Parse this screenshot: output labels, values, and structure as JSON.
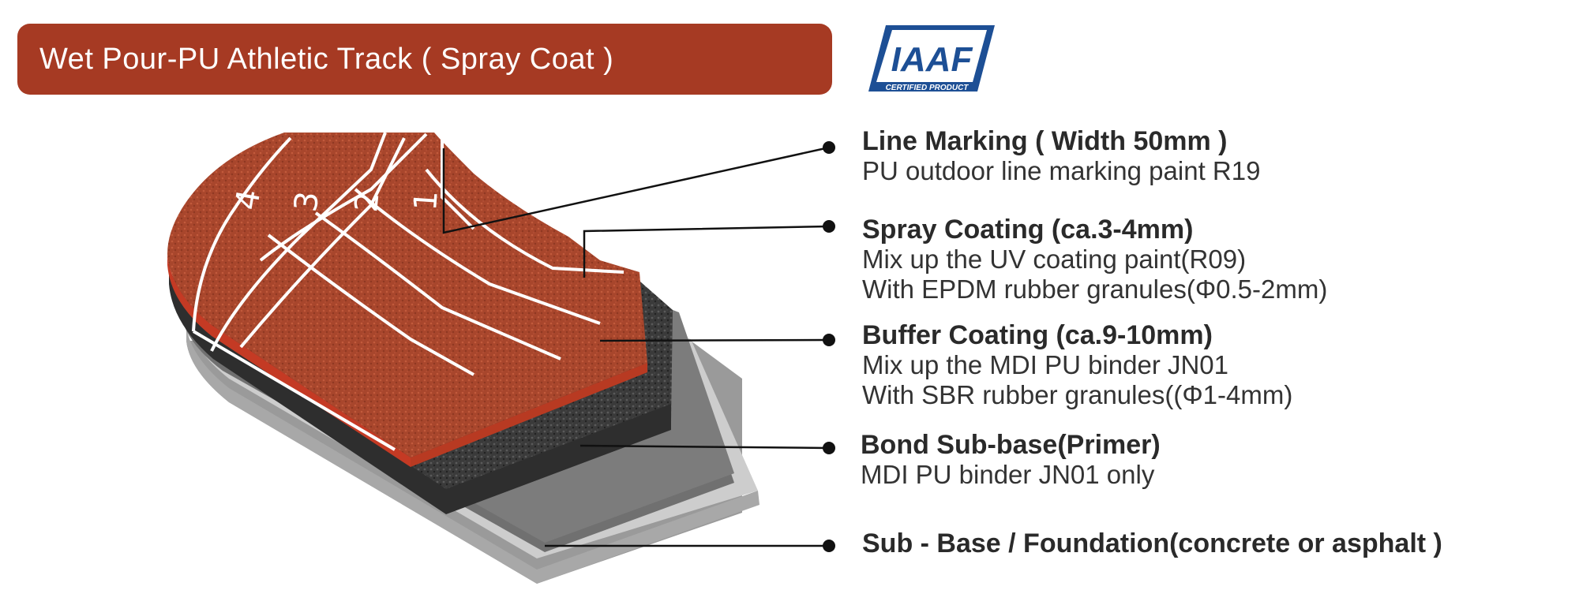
{
  "title": "Wet Pour-PU Athletic Track ( Spray Coat )",
  "logo": {
    "text": "IAAF",
    "subtext": "CERTIFIED PRODUCT",
    "color": "#1d4f95"
  },
  "lane_numbers": [
    "4",
    "3",
    "2",
    "1"
  ],
  "layers": [
    {
      "title": "Line Marking ( Width 50mm )",
      "lines": [
        "PU outdoor line marking paint R19"
      ]
    },
    {
      "title": "Spray Coating (ca.3-4mm)",
      "lines": [
        "Mix up the UV coating paint(R09)",
        "With EPDM rubber granules(Φ0.5-2mm)"
      ]
    },
    {
      "title": "Buffer Coating (ca.9-10mm)",
      "lines": [
        "Mix up the MDI PU binder JN01",
        "With SBR rubber granules((Φ1-4mm)"
      ]
    },
    {
      "title": "Bond Sub-base(Primer)",
      "lines": [
        "MDI PU binder JN01 only"
      ]
    },
    {
      "title": "Sub - Base / Foundation(concrete or asphalt )",
      "lines": []
    }
  ],
  "colors": {
    "banner": "#a63a23",
    "track": "#a8462c",
    "buffer": "#3a3a3a",
    "primer": "#6e6e6e",
    "base": "#c9c9c9"
  }
}
